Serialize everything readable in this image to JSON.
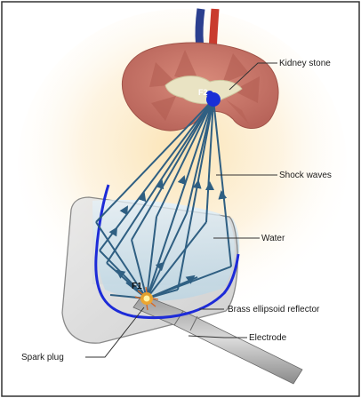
{
  "labels": {
    "kidney_stone": "Kidney stone",
    "shock_waves": "Shock waves",
    "water": "Water",
    "reflector": "Brass ellipsoid reflector",
    "electrode": "Electrode",
    "spark_plug": "Spark plug",
    "focus_1": "F1",
    "focus_2": "F2"
  },
  "colors": {
    "frame_border": "#333333",
    "glow": "#fbe3b3",
    "kidney": "#c9776a",
    "kidney_pelvis": "#e9e3c3",
    "stone": "#1a2fd6",
    "reflector": "#1d2bd8",
    "shock_wave": "#2f5f82",
    "water": "#cfe3ee",
    "housing": "#dcdcdc"
  }
}
